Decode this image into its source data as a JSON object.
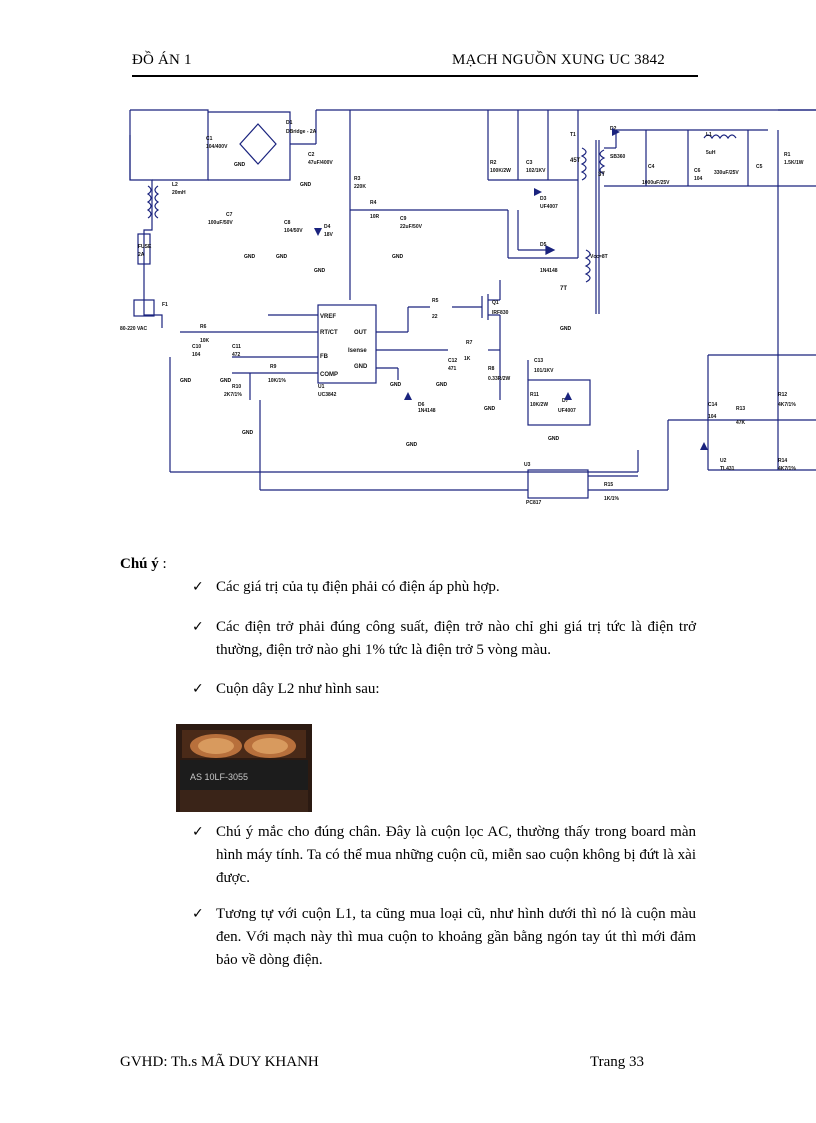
{
  "header": {
    "left": "ĐỒ ÁN 1",
    "right": "MẠCH NGUỒN XUNG UC 3842"
  },
  "schematic": {
    "labels": {
      "d1": "D1",
      "d1_val": "DBridge - 2A",
      "c1": "C1",
      "c1_val": "104/400V",
      "c2": "C2",
      "c2_val": "47uF/400V",
      "l2": "L2",
      "l2_val": "20mH",
      "fuse": "FUSE",
      "fuse_val": "2A",
      "r3": "R3",
      "r3_val": "220K",
      "c7": "C7",
      "c7_val": "100uF/50V",
      "c8": "C8",
      "c8_val": "104/50V",
      "d4": "D4",
      "d4_val": "18V",
      "r4": "R4",
      "r4_val": "10R",
      "c9": "C9",
      "c9_val": "22uF/50V",
      "r2": "R2",
      "r2_val": "100K/2W",
      "c3": "C3",
      "c3_val": "102/1KV",
      "d3": "D3",
      "d3_val": "UF4007",
      "t1": "T1",
      "t1_p": "45T",
      "t1_s": "3T",
      "t1_aux": "Vcc=8T",
      "t1_7": "7T",
      "d2": "D2",
      "d2_val": "SB360",
      "c4": "C4",
      "c4_val": "1000uF/25V",
      "c6": "C6",
      "c6_val": "104",
      "l1": "L1",
      "l1_val": "5uH",
      "c5": "C5",
      "c5_val": "330uF/25V",
      "r1": "R1",
      "r1_val": "1.5K/1W",
      "d5": "D5",
      "d5_val": "1N4148",
      "f1": "F1",
      "f1_val": "80-220 VAC",
      "r6": "R6",
      "r6_val": "10K",
      "c10": "C10",
      "c10_val": "104",
      "c11": "C11",
      "c11_val": "472",
      "r5": "R5",
      "r5_val": "22",
      "q1": "Q1",
      "q1_val": "IRF830",
      "r7": "R7",
      "r7_val": "1K",
      "c12": "C12",
      "c12_val": "471",
      "r8": "R8",
      "r8_val": "0.33R/2W",
      "c13": "C13",
      "c13_val": "101/1KV",
      "r11": "R11",
      "r11_val": "10K/2W",
      "d7": "D7",
      "d7_val": "UF4007",
      "d6": "D6",
      "d6_val": "1N4148",
      "r9": "R9",
      "r9_val": "10K/1%",
      "r10": "R10",
      "r10_val": "2K7/1%",
      "u1": "U1",
      "u1_val": "UC3842",
      "c14": "C14",
      "c14_val": "104",
      "r13": "R13",
      "r13_val": "47K",
      "u2": "U2",
      "u2_val": "TL431",
      "r12": "R12",
      "r12_val": "4K7/1%",
      "r14": "R14",
      "r14_val": "4K7/1%",
      "u3": "U3",
      "u3_val": "PC817",
      "r15": "R15",
      "r15_val": "1K/1%",
      "vref": "VREF",
      "rtct": "RT/CT",
      "fb": "FB",
      "comp": "COMP",
      "out": "OUT",
      "isense": "Isense",
      "gnd_pin": "GND",
      "gnd": "GND"
    }
  },
  "notes": {
    "title": "Chú ý",
    "colon": " :",
    "bullets": [
      "Các giá trị của tụ điện phải có điện áp phù hợp.",
      "Các điện trở phải đúng công suất, điện trở nào chỉ ghi giá trị tức là điện trở thường, điện trở nào ghi 1% tức là điện trở 5 vòng màu.",
      "Cuộn dây L2 như hình sau:",
      "Chú ý mắc cho đúng chân. Đây là cuộn lọc AC, thường thấy trong board màn hình máy tính. Ta có thể mua những cuộn cũ, miễn sao cuộn không bị đứt là xài được.",
      "Tương tự với cuộn L1, ta cũng mua loại cũ, như hình dưới thì nó là cuộn màu đen. Với mạch này thì mua cuộn to khoảng gần bằng ngón tay út thì mới đảm bảo về dòng điện."
    ],
    "check": "✓"
  },
  "photo": {
    "label": "AS 10LF-3055"
  },
  "footer": {
    "left": "GVHD:  Th.s MÃ DUY KHANH",
    "right": "Trang 33"
  }
}
